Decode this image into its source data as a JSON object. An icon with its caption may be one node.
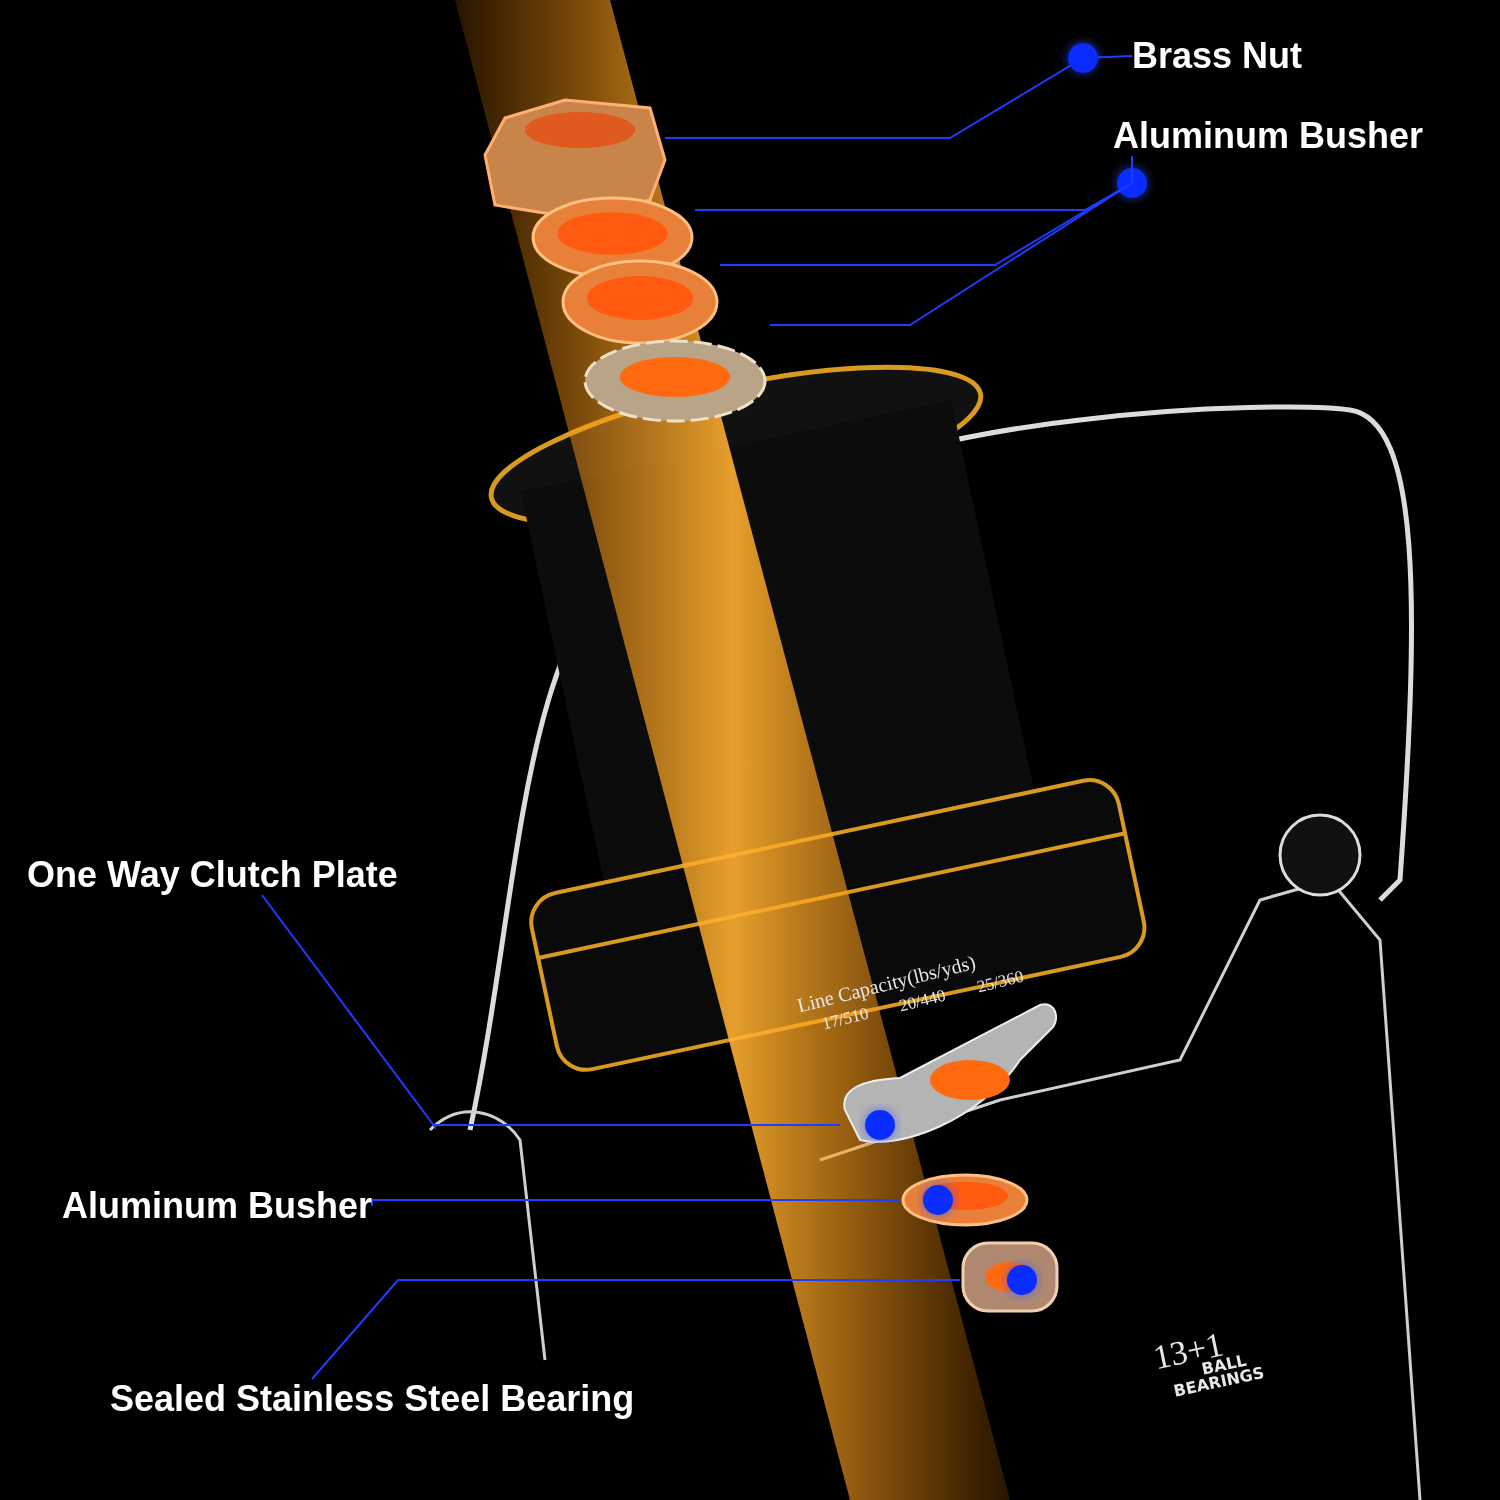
{
  "diagram": {
    "nodes": [
      {
        "text": [
          "Brass Nut"
        ]
      },
      {
        "text": [],
        "shape": "picture"
      },
      {
        "text": [
          "Aluminum Busher"
        ]
      },
      {
        "text": [],
        "shape": "picture"
      },
      {
        "text": [],
        "shape": "picture"
      },
      {
        "text": [],
        "shape": "picture"
      },
      {
        "text": [
          "One Way Clutch Plate"
        ]
      },
      {
        "text": [],
        "shape": "picture"
      },
      {
        "text": [
          "Aluminum Busher"
        ]
      },
      {
        "text": [],
        "shape": "picture"
      },
      {
        "text": [
          "Sealed Stainless Steel Bearing"
        ]
      },
      {
        "text": [],
        "shape": "picture"
      }
    ],
    "edges": [
      {
        "from": 0,
        "to": 1,
        "arrow": "none"
      },
      {
        "from": 2,
        "to": 3,
        "arrow": "none"
      },
      {
        "from": 2,
        "to": 4,
        "arrow": "none"
      },
      {
        "from": 2,
        "to": 5,
        "arrow": "none"
      },
      {
        "from": 6,
        "to": 7,
        "arrow": "none"
      },
      {
        "from": 8,
        "to": 9,
        "arrow": "none"
      },
      {
        "from": 10,
        "to": 11,
        "arrow": "none"
      }
    ],
    "labels": [
      "Line Capacity(lbs/yds)",
      "17/510",
      "20/440",
      "25/360",
      "13+1",
      "BALL",
      "BEARINGS"
    ]
  }
}
